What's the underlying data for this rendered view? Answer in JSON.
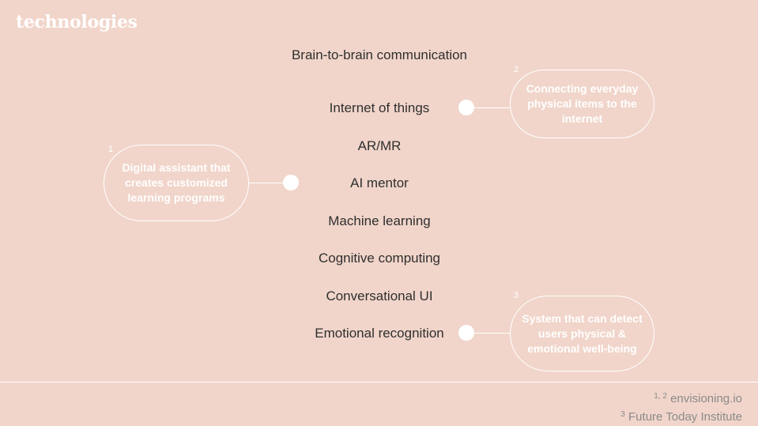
{
  "title": "technologies",
  "technologies": [
    "Brain-to-brain communication",
    "Internet of things",
    "AR/MR",
    "AI mentor",
    "Machine learning",
    "Cognitive computing",
    "Conversational UI",
    "Emotional recognition"
  ],
  "callouts": [
    {
      "number": "1",
      "text": "Digital assistant that creates customized learning programs",
      "target": "AI mentor"
    },
    {
      "number": "2",
      "text": "Connecting everyday physical items to the internet",
      "target": "Internet of things"
    },
    {
      "number": "3",
      "text": "System that can detect users physical & emotional well-being",
      "target": "Emotional recognition"
    }
  ],
  "sources": [
    {
      "marker": "1, 2",
      "name": "envisioning.io"
    },
    {
      "marker": "3",
      "name": "Future Today Institute"
    }
  ],
  "colors": {
    "background": "#f1d5ca",
    "accent": "#ffffff",
    "text": "#2f2f2f",
    "source_text": "#8a8a8a"
  }
}
